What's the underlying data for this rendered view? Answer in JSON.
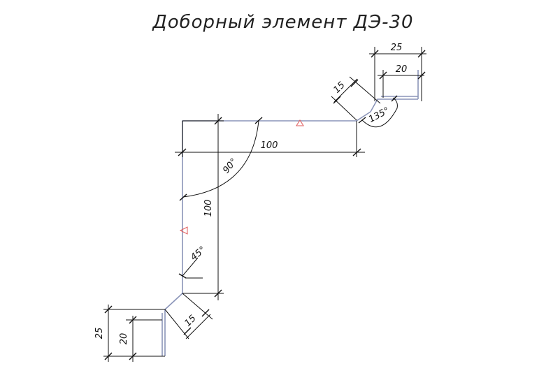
{
  "title": "Доборный элемент ДЭ-30",
  "dimensions": {
    "top_flange_outer": "25",
    "top_flange_inner": "20",
    "top_bend_segment": "15",
    "top_bend_angle": "135°",
    "horizontal_length": "100",
    "corner_angle": "90°",
    "vertical_length": "100",
    "lower_bend_angle": "45°",
    "lower_bend_segment": "15",
    "bottom_flange_outer": "25",
    "bottom_flange_inner": "20"
  },
  "colors": {
    "profile": "#8a94b8",
    "marker": "#e05a5a"
  }
}
